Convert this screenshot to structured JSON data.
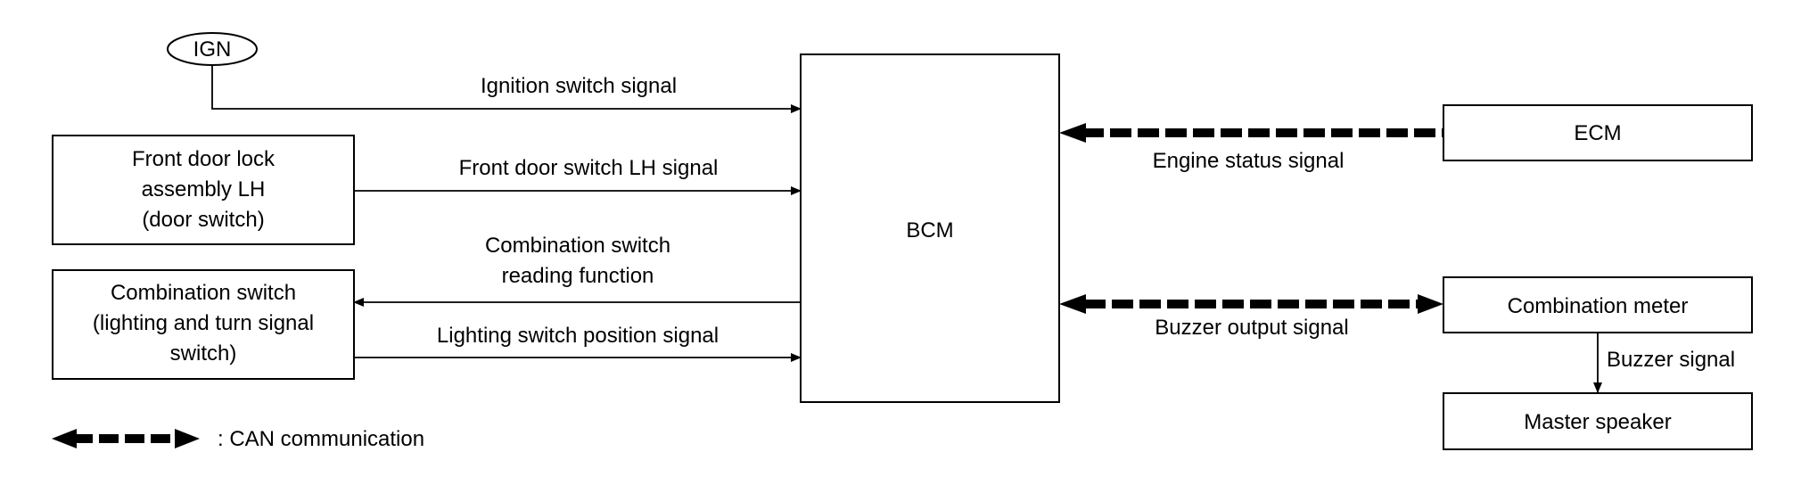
{
  "nodes": {
    "ign": {
      "label": "IGN"
    },
    "front_door_lock": {
      "lines": [
        "Front door lock",
        "assembly LH",
        "(door switch)"
      ]
    },
    "combination_switch": {
      "lines": [
        "Combination switch",
        "(lighting and turn signal",
        "switch)"
      ]
    },
    "bcm": {
      "label": "BCM"
    },
    "ecm": {
      "label": "ECM"
    },
    "combination_meter": {
      "label": "Combination meter"
    },
    "master_speaker": {
      "label": "Master speaker"
    }
  },
  "signals": {
    "ignition_switch": "Ignition switch signal",
    "front_door_switch": "Front door switch LH signal",
    "combination_switch_reading": [
      "Combination switch",
      "reading function"
    ],
    "lighting_switch_position": "Lighting switch position signal",
    "engine_status": "Engine status signal",
    "buzzer_output": "Buzzer output signal",
    "buzzer": "Buzzer signal"
  },
  "legend": {
    "can_label": ": CAN communication"
  }
}
